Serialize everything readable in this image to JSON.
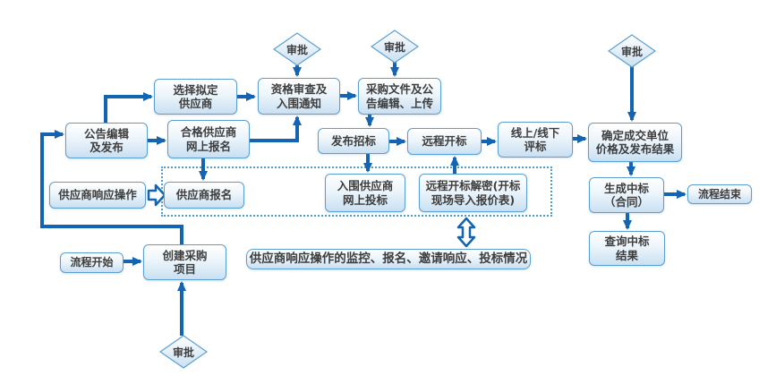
{
  "diagram": {
    "type": "flowchart",
    "language": "zh-CN",
    "colors": {
      "arrow": "#1464b4",
      "box_border": "#5b9fd0",
      "box_fill_top": "#ffffff",
      "box_fill_bottom": "#c9e0f2",
      "dashed_border": "#4f9bd5",
      "text": "#3d3d3d",
      "background": "#ffffff"
    }
  },
  "nodes": {
    "approval": "审批",
    "select_supplier": "选择拟定\n供应商",
    "qualification_review": "资格审查及\n入围通知",
    "procurement_docs": "采购文件及公\n告编辑、上传",
    "notice_edit_publish": "公告编辑\n及发布",
    "qualified_online_signup": "合格供应商\n网上报名",
    "publish_tender": "发布招标",
    "remote_bid_opening": "远程开标",
    "online_offline_eval": "线上/线下\n评标",
    "confirm_award": "确定成交单位\n价格及发布结果",
    "generate_award_contract": "生成中标\n（合同）",
    "process_end": "流程结束",
    "query_award_result": "查询中标\n结果",
    "supplier_response_ops": "供应商响应操作",
    "supplier_signup": "供应商报名",
    "shortlisted_online_bid": "入围供应商\n网上投标",
    "remote_decrypt": "远程开标解密(开标\n现场导入报价表)",
    "process_start": "流程开始",
    "create_project": "创建采购\n项目",
    "monitor_note": "供应商响应操作的监控、报名、邀请响应、投标情况"
  }
}
